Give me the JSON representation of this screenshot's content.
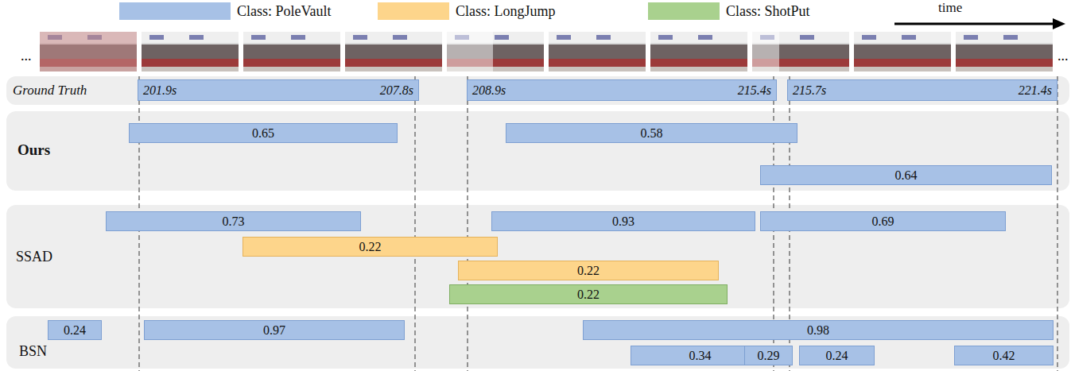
{
  "diagram": {
    "nodes": [
      {
        "text": [
          "Ground Truth"
        ]
      },
      {
        "text": [
          "201.9s",
          "207.8s"
        ],
        "in": 0
      },
      {
        "text": [
          "208.9s",
          "215.4s"
        ],
        "in": 0
      },
      {
        "text": [
          "215.7s",
          "221.4s"
        ],
        "in": 0
      },
      {
        "text": [
          "Ours"
        ]
      },
      {
        "text": [
          "0.65"
        ],
        "in": 4
      },
      {
        "text": [
          "0.58"
        ],
        "in": 4
      },
      {
        "text": [
          "0.64"
        ],
        "in": 4
      },
      {
        "text": [
          "SSAD"
        ]
      },
      {
        "text": [
          "0.73"
        ],
        "in": 8
      },
      {
        "text": [
          "0.93"
        ],
        "in": 8
      },
      {
        "text": [
          "0.69"
        ],
        "in": 8
      },
      {
        "text": [
          "0.22"
        ],
        "in": 8
      },
      {
        "text": [
          "0.22"
        ],
        "in": 8
      },
      {
        "text": [
          "0.22"
        ],
        "in": 8
      },
      {
        "text": [
          "BSN"
        ]
      },
      {
        "text": [
          "0.24"
        ],
        "in": 15
      },
      {
        "text": [
          "0.97"
        ],
        "in": 15
      },
      {
        "text": [
          "0.98"
        ],
        "in": 15
      },
      {
        "text": [
          "0.34"
        ],
        "in": 15
      },
      {
        "text": [
          "0.29"
        ],
        "in": 15
      },
      {
        "text": [
          "0.24"
        ],
        "in": 15
      },
      {
        "text": [
          "0.42"
        ],
        "in": 15
      }
    ],
    "edges": [],
    "labels": [
      "...",
      "...",
      "time"
    ],
    "legend": [
      {
        "text": "Class: PoleVault",
        "color": "#a7c1e6"
      },
      {
        "text": "Class: LongJump",
        "color": "#fdd58b"
      },
      {
        "text": "Class: ShotPut",
        "color": "#a9d18e"
      }
    ]
  }
}
